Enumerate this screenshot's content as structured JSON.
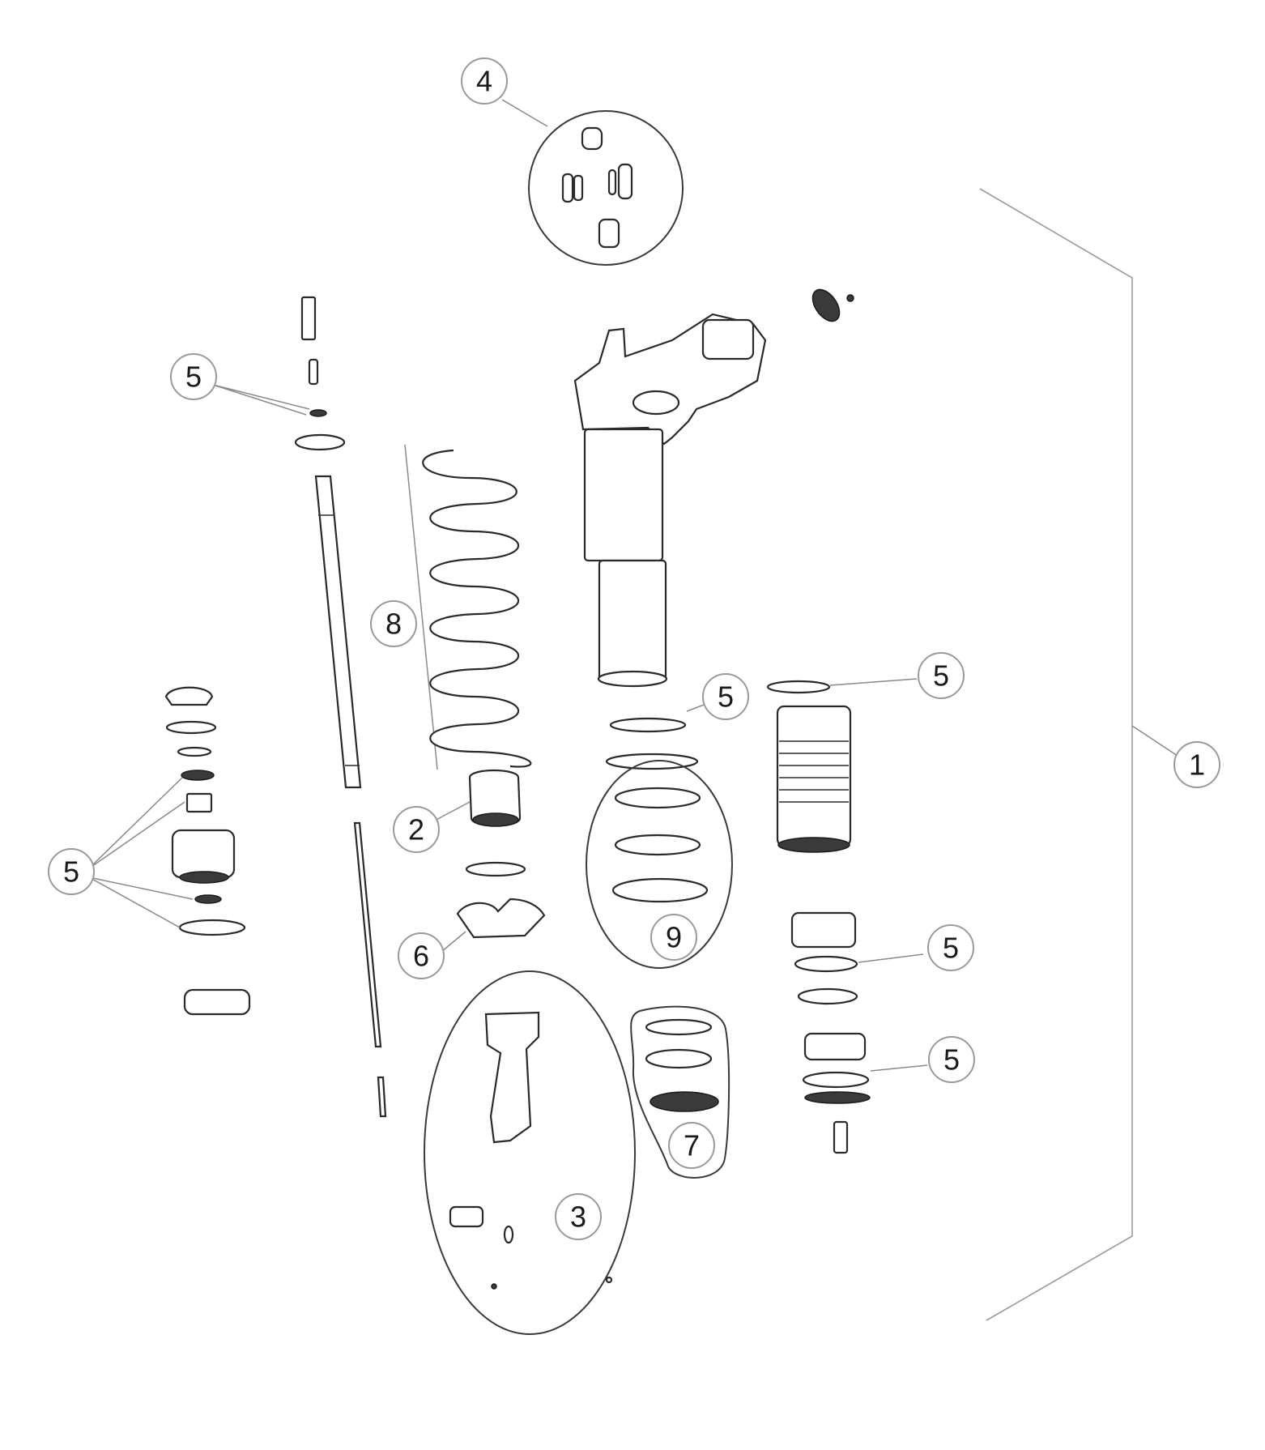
{
  "callouts": {
    "c1": "1",
    "c2": "2",
    "c3": "3",
    "c4": "4",
    "c5a": "5",
    "c5b": "5",
    "c5c": "5",
    "c5d": "5",
    "c5e": "5",
    "c5f": "5",
    "c6": "6",
    "c7": "7",
    "c8": "8",
    "c9": "9"
  }
}
